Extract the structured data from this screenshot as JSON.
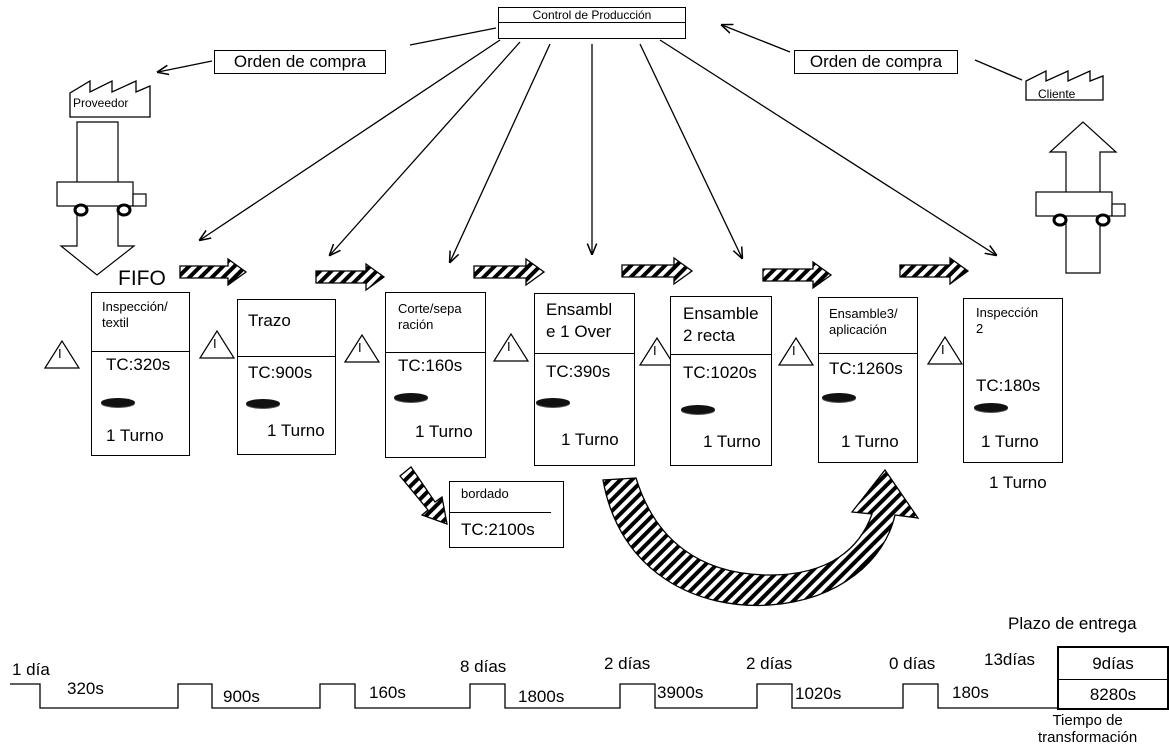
{
  "control": {
    "title": "Control de Producción"
  },
  "orders": {
    "left": "Orden de compra",
    "right": "Orden de compra"
  },
  "supplier": {
    "label": "Proveedor"
  },
  "customer": {
    "label": "Cliente"
  },
  "fifo": "FIFO",
  "inventory_symbol": "I",
  "processes": [
    {
      "title": "Inspección/\ntextil",
      "tc": "TC:320s",
      "shift": "1 Turno"
    },
    {
      "title": "Trazo",
      "tc": "TC:900s",
      "shift": "1 Turno"
    },
    {
      "title": "Corte/sepa\nración",
      "tc": "TC:160s",
      "shift": "1 Turno"
    },
    {
      "title": "Ensambl\ne 1 Over",
      "tc": "TC:390s",
      "shift": "1 Turno"
    },
    {
      "title": "Ensamble\n2 recta",
      "tc": "TC:1020s",
      "shift": "1 Turno"
    },
    {
      "title": "Ensamble3/\naplicación",
      "tc": "TC:1260s",
      "shift": "1 Turno"
    },
    {
      "title": "Inspección\n2",
      "tc": "TC:180s",
      "shift": "1 Turno"
    }
  ],
  "bordado": {
    "title": "bordado",
    "tc": "TC:2100s"
  },
  "timeline": {
    "wait_labels": [
      "1 día",
      "8 días",
      "2 días",
      "2 días",
      "0 días",
      "13días"
    ],
    "process_times": [
      "320s",
      "900s",
      "160s",
      "1800s",
      "3900s",
      "1020s",
      "180s"
    ],
    "lead_time_title": "Plazo de entrega",
    "lead_time_value": "9días",
    "processing_time_value": "8280s",
    "processing_time_title": "Tiempo de\ntransformación"
  }
}
